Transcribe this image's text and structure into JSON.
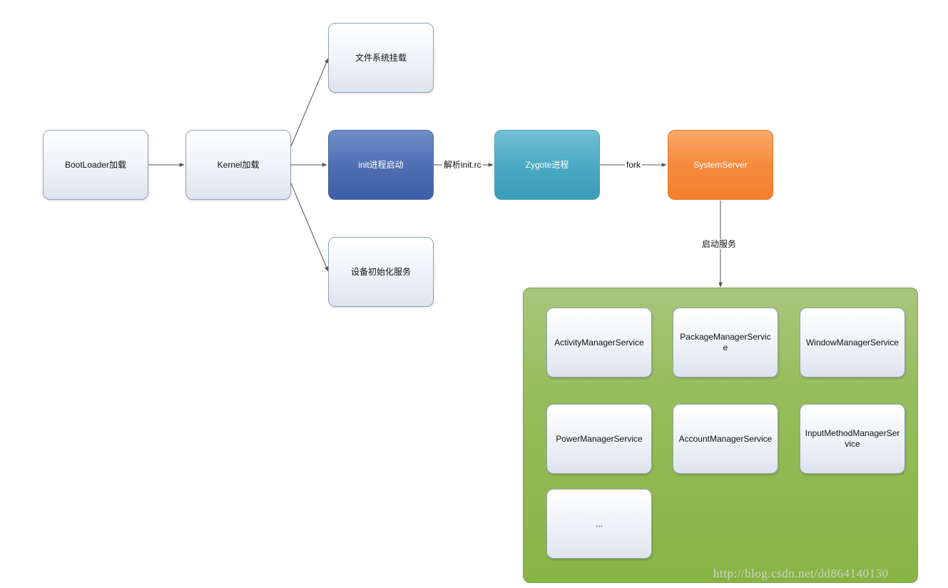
{
  "nodes": {
    "bootloader": "BootLoader加载",
    "kernel": "Kernel加载",
    "filesystem": "文件系统挂载",
    "init": "init进程启动",
    "device_init": "设备初始化服务",
    "zygote": "Zygote进程",
    "system_server": "SystemServer"
  },
  "edges": {
    "init_to_zygote": "解析init.rc",
    "zygote_to_systemserver": "fork",
    "systemserver_to_services": "启动服务"
  },
  "services": [
    "ActivityManagerService",
    "PackageManagerService",
    "WindowManagerService",
    "PowerManagerService",
    "AccountManagerService",
    "InputMethodManagerService",
    "..."
  ],
  "watermark": "http://blog.csdn.net/dd864140130",
  "colors": {
    "init_node": "#4f70b3",
    "zygote_node": "#4ba9c3",
    "system_server_node": "#f68b3d",
    "services_panel": "#96bd5c",
    "edge": "#555555"
  }
}
